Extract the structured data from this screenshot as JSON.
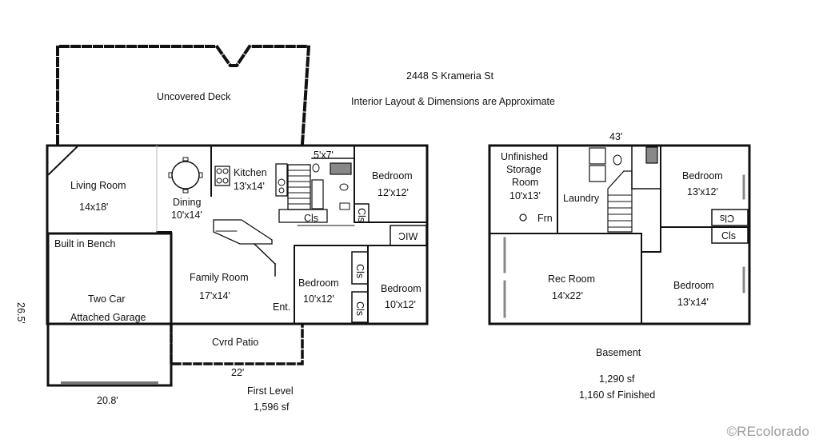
{
  "header": {
    "address": "2448 S Krameria St",
    "disclaimer": "Interior Layout & Dimensions are Approximate"
  },
  "first_level": {
    "title": "First Level",
    "area": "1,596 sf",
    "dim_width_top": "",
    "dim_bottom": "22'",
    "dim_garage_width": "20.8'",
    "dim_side": "26.5'",
    "rooms": {
      "deck": "Uncovered Deck",
      "living_name": "Living Room",
      "living_size": "14x18'",
      "dining_name": "Dining",
      "dining_size": "10'x14'",
      "kitchen_name": "Kitchen",
      "kitchen_size": "13'x14'",
      "bath_size": "5'x7'",
      "bedroom_a_name": "Bedroom",
      "bedroom_a_size": "12'x12'",
      "cls_a": "Cls",
      "cls_b": "Cls",
      "wic": "WIC",
      "bench": "Built in Bench",
      "garage_line1": "Two Car",
      "garage_line2": "Attached Garage",
      "family_name": "Family Room",
      "family_size": "17'x14'",
      "entry": "Ent.",
      "bedroom_b_name": "Bedroom",
      "bedroom_b_size": "10'x12'",
      "bedroom_c_name": "Bedroom",
      "bedroom_c_size": "10'x12'",
      "cls_c": "Cls",
      "cls_d": "Cls",
      "patio": "Cvrd Patio"
    }
  },
  "basement": {
    "title": "Basement",
    "area": "1,290 sf",
    "finished": "1,160 sf Finished",
    "dim_top": "43'",
    "rooms": {
      "storage_l1": "Unfinished",
      "storage_l2": "Storage",
      "storage_l3": "Room",
      "storage_size": "10'x13'",
      "furnace": "Frn",
      "laundry": "Laundry",
      "bedroom_a_name": "Bedroom",
      "bedroom_a_size": "13'x12'",
      "cls_a": "Cls",
      "cls_b": "Cls",
      "rec_name": "Rec Room",
      "rec_size": "14'x22'",
      "bedroom_b_name": "Bedroom",
      "bedroom_b_size": "13'x14'"
    }
  },
  "watermark": "©REcolorado"
}
